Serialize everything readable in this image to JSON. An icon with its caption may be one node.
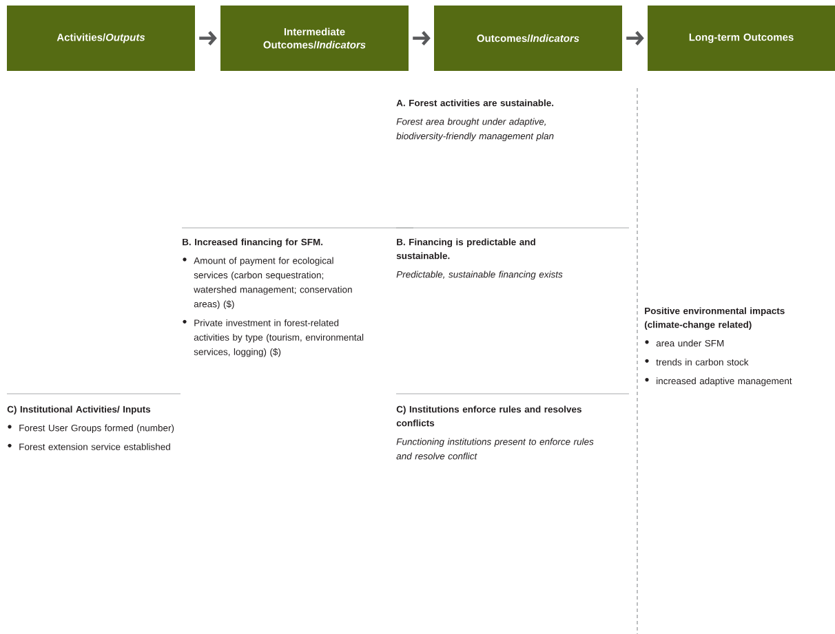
{
  "diagram": {
    "nodes": [
      {
        "text": [
          "Activities/*Outputs*"
        ]
      },
      {
        "text": [
          "Intermediate Outcomes/*Indicators*"
        ]
      },
      {
        "text": [
          "Outcomes/*Indicators*"
        ]
      },
      {
        "text": [
          "Long-term Outcomes"
        ]
      }
    ],
    "edges": [
      {
        "from": 0,
        "to": 1,
        "arrow": "to"
      },
      {
        "from": 1,
        "to": 2,
        "arrow": "to"
      },
      {
        "from": 2,
        "to": 3,
        "arrow": "to"
      }
    ],
    "labels": [
      "A. Forest activities are sustainable.",
      "Forest area brought under adaptive, biodiversity-friendly management plan",
      "B. Increased financing for SFM.",
      "Amount of payment for ecological services (carbon sequestration; watershed management; conservation areas) ($)",
      "Private investment in forest-related activities by type (tourism, environmental services, logging) ($)",
      "B. Financing is predictable and sustainable.",
      "Predictable, sustainable financing exists",
      "Positive environmental impacts (climate-change related)",
      "area under SFM",
      "trends in carbon stock",
      "increased adaptive management",
      "C) Institutional Activities/ Inputs",
      "Forest User Groups formed (number)",
      "Forest extension service established",
      "C) Institutions enforce rules and resolves conflicts",
      "Functioning institutions present to enforce rules and resolve conflict"
    ]
  }
}
